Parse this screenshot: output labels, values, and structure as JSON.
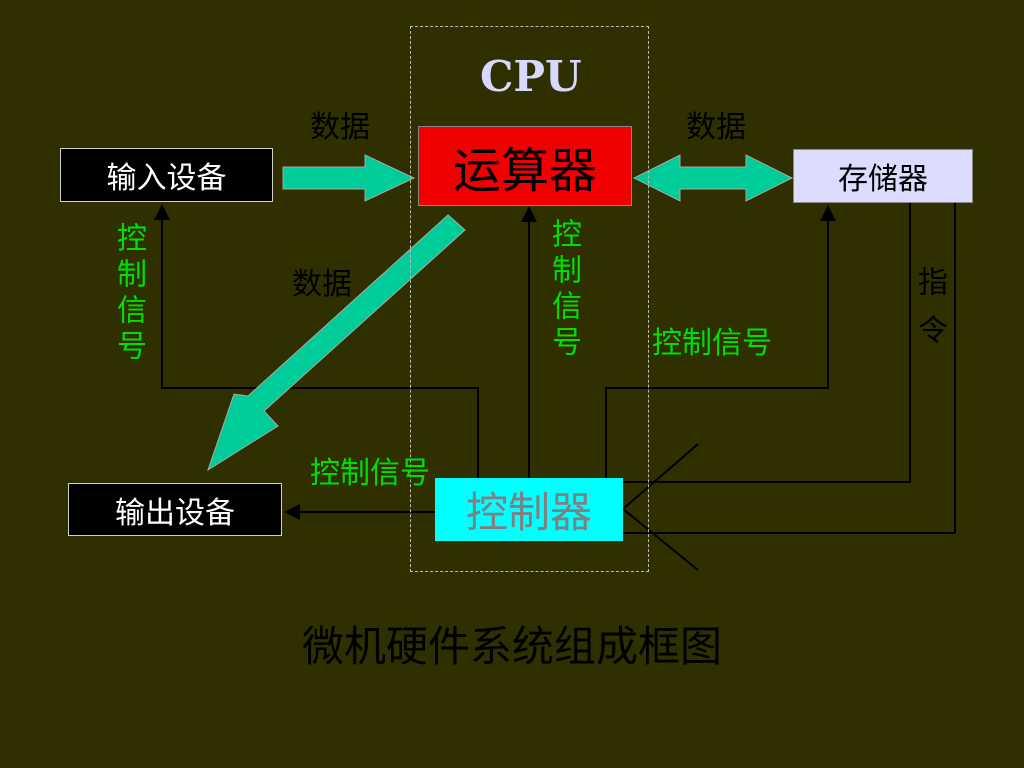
{
  "cpu_label": "CPU",
  "nodes": {
    "input": "输入设备",
    "output": "输出设备",
    "alu": "运算器",
    "memory": "存储器",
    "controller": "控制器"
  },
  "labels": {
    "data_left": "数据",
    "data_right": "数据",
    "data_diag": "数据",
    "ctrl_signal_vertical_left": "控制信号",
    "ctrl_signal_vertical_mid": "控制信号",
    "ctrl_signal_memory": "控制信号",
    "ctrl_signal_output": "控制信号",
    "instruction": "指令"
  },
  "caption": "微机硬件系统组成框图",
  "colors": {
    "background": "#2f2f00",
    "alu": "#f00000",
    "controller": "#00ffff",
    "memory": "#dcdcff",
    "arrow_fill": "#00cc99",
    "signal_text": "#00e000"
  }
}
